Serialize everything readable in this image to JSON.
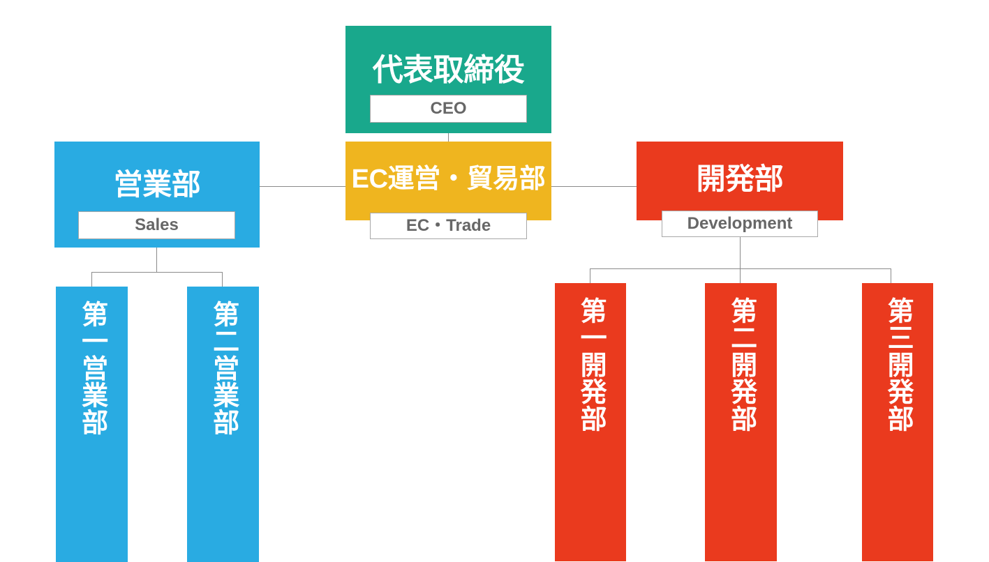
{
  "chart_data": {
    "type": "diagram",
    "diagram_type": "organization-chart",
    "title": "",
    "orientation": "top-down",
    "nodes": [
      {
        "id": "ceo",
        "jp": "代表取締役",
        "en": "CEO",
        "color": "#19A88C",
        "level": 0,
        "parent": null
      },
      {
        "id": "sales",
        "jp": "営業部",
        "en": "Sales",
        "color": "#29ABE2",
        "level": 1,
        "parent": "ceo"
      },
      {
        "id": "ec",
        "jp": "EC運営・貿易部",
        "en": "EC・Trade",
        "color": "#EFB51F",
        "level": 1,
        "parent": "ceo"
      },
      {
        "id": "dev",
        "jp": "開発部",
        "en": "Development",
        "color": "#EA3A1E",
        "level": 1,
        "parent": "ceo"
      },
      {
        "id": "sales1",
        "jp": "第一営業部",
        "en": "",
        "color": "#29ABE2",
        "level": 2,
        "parent": "sales"
      },
      {
        "id": "sales2",
        "jp": "第二営業部",
        "en": "",
        "color": "#29ABE2",
        "level": 2,
        "parent": "sales"
      },
      {
        "id": "dev1",
        "jp": "第一開発部",
        "en": "",
        "color": "#EA3A1E",
        "level": 2,
        "parent": "dev"
      },
      {
        "id": "dev2",
        "jp": "第二開発部",
        "en": "",
        "color": "#EA3A1E",
        "level": 2,
        "parent": "dev"
      },
      {
        "id": "dev3",
        "jp": "第三開発部",
        "en": "",
        "color": "#EA3A1E",
        "level": 2,
        "parent": "dev"
      }
    ]
  },
  "colors": {
    "ceo_teal": "#19A88C",
    "sales_blue": "#29ABE2",
    "ec_amber": "#EFB51F",
    "dev_red": "#EA3A1E",
    "line_gray": "#8a8a8a",
    "caption_text": "#676767",
    "chip_border": "#a8a8a8",
    "background": "#ffffff"
  },
  "org": {
    "ceo": {
      "jp": "代表取締役",
      "en": "CEO"
    },
    "sales": {
      "jp": "営業部",
      "en": "Sales"
    },
    "ec": {
      "jp": "EC運営・貿易部",
      "en": "EC・Trade"
    },
    "dev": {
      "jp": "開発部",
      "en": "Development"
    },
    "sales_children": [
      {
        "jp": "第一営業部"
      },
      {
        "jp": "第二営業部"
      }
    ],
    "dev_children": [
      {
        "jp": "第一開発部"
      },
      {
        "jp": "第二開発部"
      },
      {
        "jp": "第三開発部"
      }
    ]
  }
}
